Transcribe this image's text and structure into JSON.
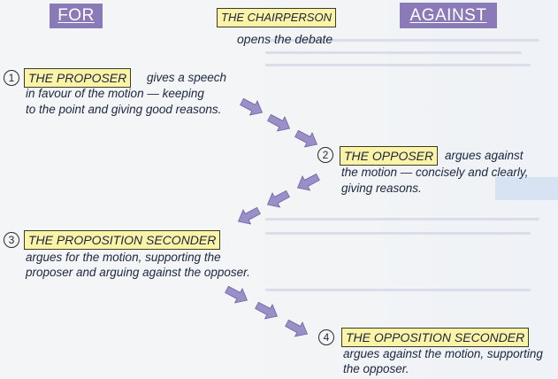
{
  "headers": {
    "for": "FOR",
    "against": "AGAINST"
  },
  "chairperson": {
    "label": "THE CHAIRPERSON",
    "desc": "opens the debate"
  },
  "steps": [
    {
      "number": "1",
      "label": "THE PROPOSER",
      "desc_lines": [
        "gives a speech",
        "in favour of the motion — keeping",
        "to the point and giving good reasons."
      ]
    },
    {
      "number": "2",
      "label": "THE OPPOSER",
      "desc_lines": [
        "argues against",
        "the motion — concisely and clearly,",
        "giving reasons."
      ]
    },
    {
      "number": "3",
      "label": "THE PROPOSITION SECONDER",
      "desc_lines": [
        "argues for the motion, supporting the",
        "proposer and arguing against the opposer."
      ]
    },
    {
      "number": "4",
      "label": "THE OPPOSITION SECONDER",
      "desc_lines": [
        "argues against the motion, supporting",
        "the opposer."
      ]
    }
  ],
  "colors": {
    "tag_background": "#8a7bb8",
    "label_highlight": "#fbf3a6",
    "arrow_fill": "#9a8fc9"
  }
}
